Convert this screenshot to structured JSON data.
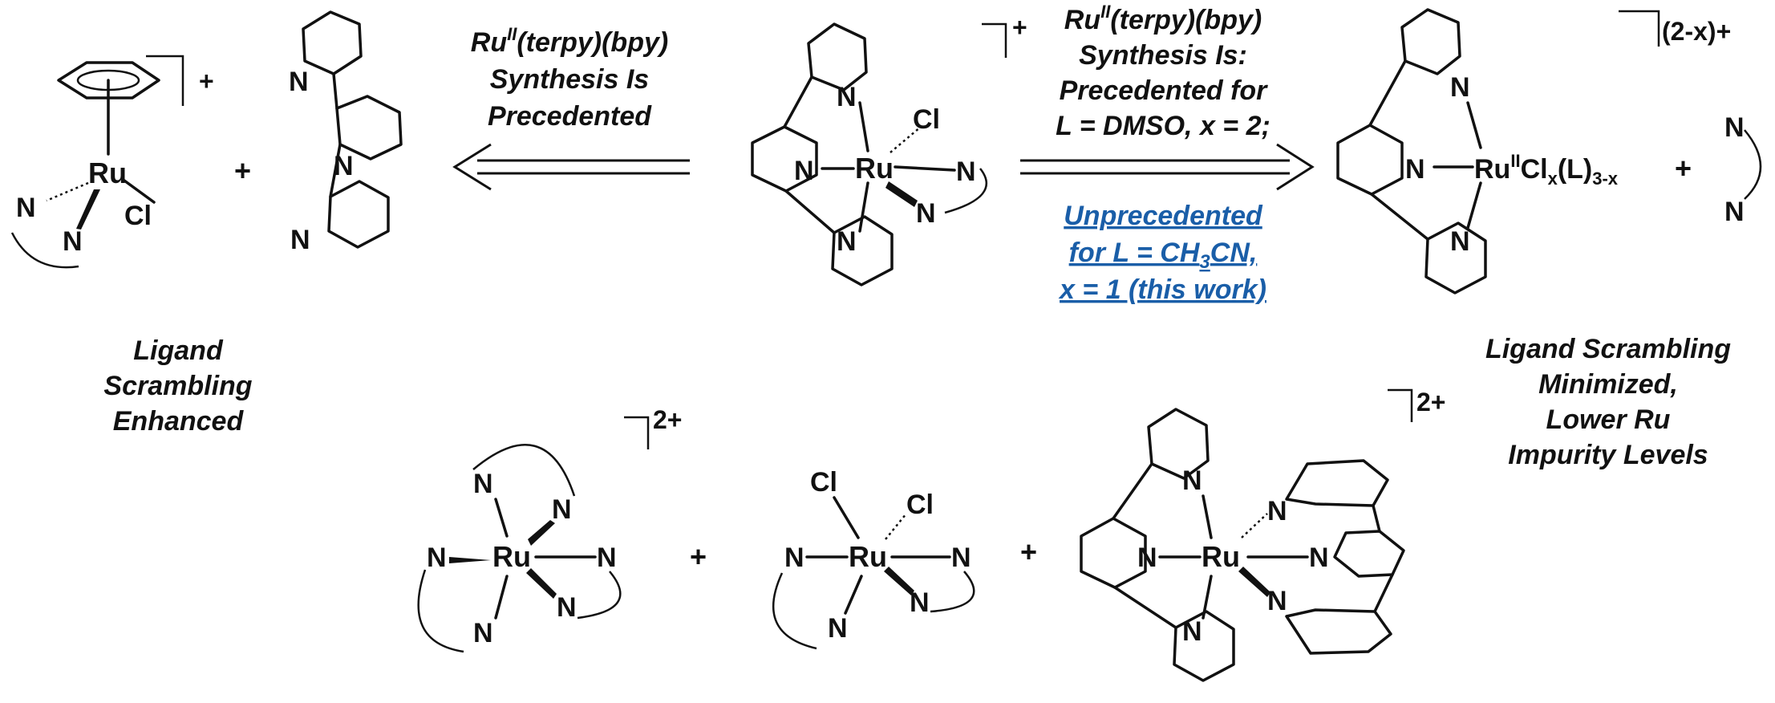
{
  "atoms": {
    "N": "N",
    "Ru": "Ru",
    "Cl": "Cl"
  },
  "charges": {
    "plus": "+",
    "two_plus": "2+",
    "two_minus_x_plus": "(2-x)+"
  },
  "operators": {
    "plus": "+"
  },
  "left_caption": {
    "lines": [
      "Ligand",
      "Scrambling",
      "Enhanced"
    ]
  },
  "right_caption": {
    "lines": [
      "Ligand Scrambling",
      "Minimized,",
      "Lower Ru",
      "Impurity Levels"
    ]
  },
  "left_arrow_label": {
    "ru": "Ru",
    "ox": "II",
    "rest": "(terpy)(bpy)",
    "lines": [
      "Synthesis Is",
      "Precedented"
    ]
  },
  "right_arrow_label": {
    "ru": "Ru",
    "ox": "II",
    "rest": "(terpy)(bpy)",
    "lines": [
      "Synthesis Is:",
      "Precedented for",
      "L = DMSO, x = 2;"
    ],
    "blue_line1": "Unprecedented",
    "blue_line2_a": "for L = CH",
    "blue_line2_sub": "3",
    "blue_line2_b": "CN,",
    "blue_line3": "x = 1 (this work)"
  },
  "precursor_formula": {
    "ru": "Ru",
    "ox": "II",
    "cl": "Cl",
    "x": "x",
    "l": "(L)",
    "sub": "3-x"
  },
  "colors": {
    "ink": "#111111",
    "highlight": "#1a5ea8",
    "background": "#ffffff"
  }
}
